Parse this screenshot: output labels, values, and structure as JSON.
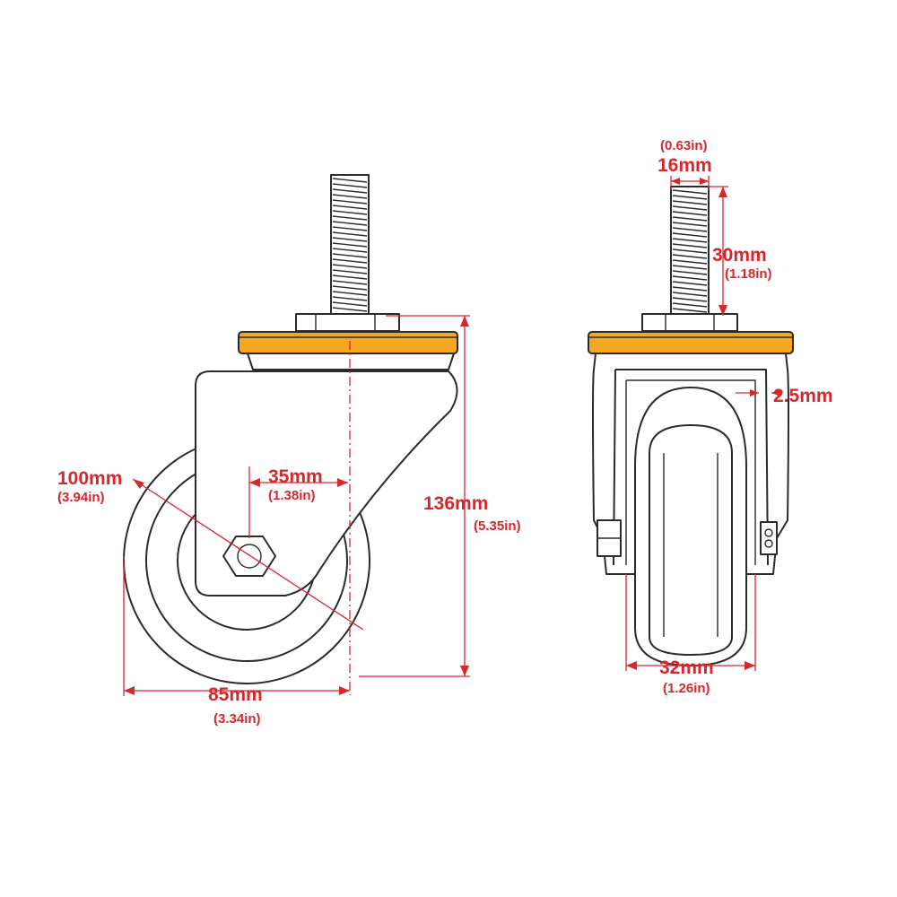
{
  "colors": {
    "dimension": "#d9262b",
    "plate": "#f5a623",
    "outline": "#2b2b2b"
  },
  "left_view": {
    "wheel_diameter": {
      "mm": "100mm",
      "in": "(3.94in)"
    },
    "offset": {
      "mm": "35mm",
      "in": "(1.38in)"
    },
    "total_height": {
      "mm": "136mm",
      "in": "(5.35in)"
    },
    "bottom_width": {
      "mm": "85mm",
      "in": "(3.34in)"
    }
  },
  "right_view": {
    "stem_diameter": {
      "mm": "16mm",
      "in": "(0.63in)"
    },
    "stem_length": {
      "mm": "30mm",
      "in": "(1.18in)"
    },
    "fork_thickness": {
      "mm": "2.5mm"
    },
    "wheel_width": {
      "mm": "32mm",
      "in": "(1.26in)"
    }
  }
}
